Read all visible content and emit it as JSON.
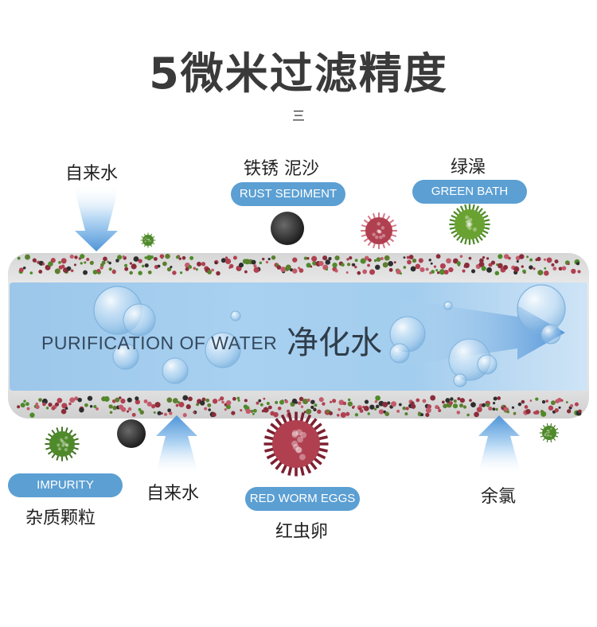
{
  "title": "5微米过滤精度",
  "sub_glyph": "三",
  "flow": {
    "english": "PURIFICATION OF WATER",
    "chinese": "净化水"
  },
  "top": {
    "tap_water": "自来水",
    "rust": {
      "label": "铁锈 泥沙",
      "pill": "RUST SEDIMENT"
    },
    "algae": {
      "label": "绿澡",
      "pill": "GREEN BATH"
    }
  },
  "bottom": {
    "impurity": {
      "pill": "IMPURITY",
      "label": "杂质颗粒"
    },
    "tap_water": "自来水",
    "worm": {
      "pill": "RED WORM EGGS",
      "label": "红虫卵"
    },
    "chlorine": "余氯"
  },
  "colors": {
    "pill": "#5b9fd3",
    "water": "#a8d0f0",
    "pipe": "#e3e3e3",
    "arrow": "#4f95d8",
    "virus_red": "#b04050",
    "virus_green": "#4f8a2a",
    "sediment": "#3a3a3a"
  },
  "icons": [
    "down-arrow-icon",
    "up-arrow-icon",
    "bubble-icon",
    "virus-icon",
    "sediment-particle-icon",
    "flow-arrow-icon"
  ]
}
